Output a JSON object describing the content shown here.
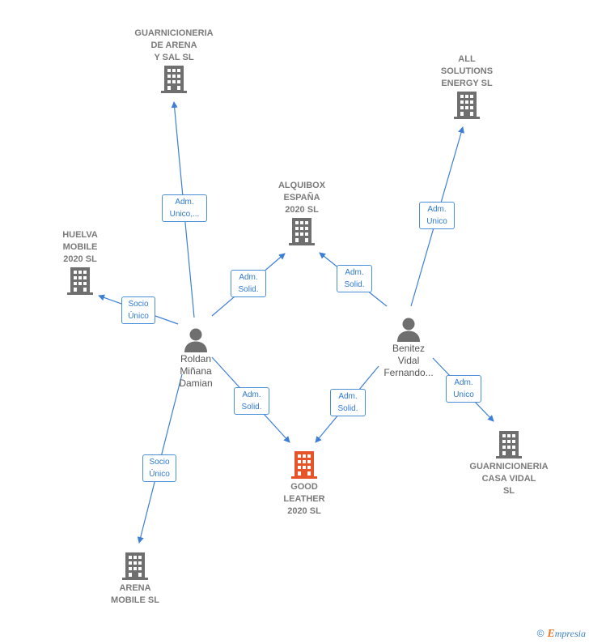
{
  "nodes": {
    "guarnicioneria_arena": {
      "label": "GUARNICIONERIA\nDE ARENA\nY SAL  SL",
      "color": "#6f6f6f"
    },
    "all_solutions": {
      "label": "ALL\nSOLUTIONS\nENERGY  SL",
      "color": "#6f6f6f"
    },
    "alquibox": {
      "label": "ALQUIBOX\nESPAÑA\n2020  SL",
      "color": "#6f6f6f"
    },
    "huelva_mobile": {
      "label": "HUELVA\nMOBILE\n2020  SL",
      "color": "#6f6f6f"
    },
    "good_leather": {
      "label": "GOOD\nLEATHER\n2020  SL",
      "color": "#e8542a"
    },
    "guarnicioneria_casa_vidal": {
      "label": "GUARNICIONERIA\nCASA VIDAL\nSL",
      "color": "#6f6f6f"
    },
    "arena_mobile": {
      "label": "ARENA\nMOBILE  SL",
      "color": "#6f6f6f"
    },
    "roldan": {
      "label": "Roldan\nMiñana\nDamian",
      "color": "#6f6f6f"
    },
    "benitez": {
      "label": "Benitez\nVidal\nFernando...",
      "color": "#6f6f6f"
    }
  },
  "edges": [
    {
      "label": "Adm.\nUnico,..."
    },
    {
      "label": "Socio\nÚnico"
    },
    {
      "label": "Adm.\nSolid."
    },
    {
      "label": "Adm.\nSolid."
    },
    {
      "label": "Socio\nÚnico"
    },
    {
      "label": "Adm.\nUnico"
    },
    {
      "label": "Adm.\nSolid."
    },
    {
      "label": "Adm.\nSolid."
    },
    {
      "label": "Adm.\nUnico"
    }
  ],
  "colors": {
    "edge": "#3d7fd6",
    "label_border": "#4a90d9",
    "accent": "#e8542a"
  },
  "footer": {
    "copyright": "©",
    "brand_initial": "E",
    "brand_rest": "mpresia"
  }
}
